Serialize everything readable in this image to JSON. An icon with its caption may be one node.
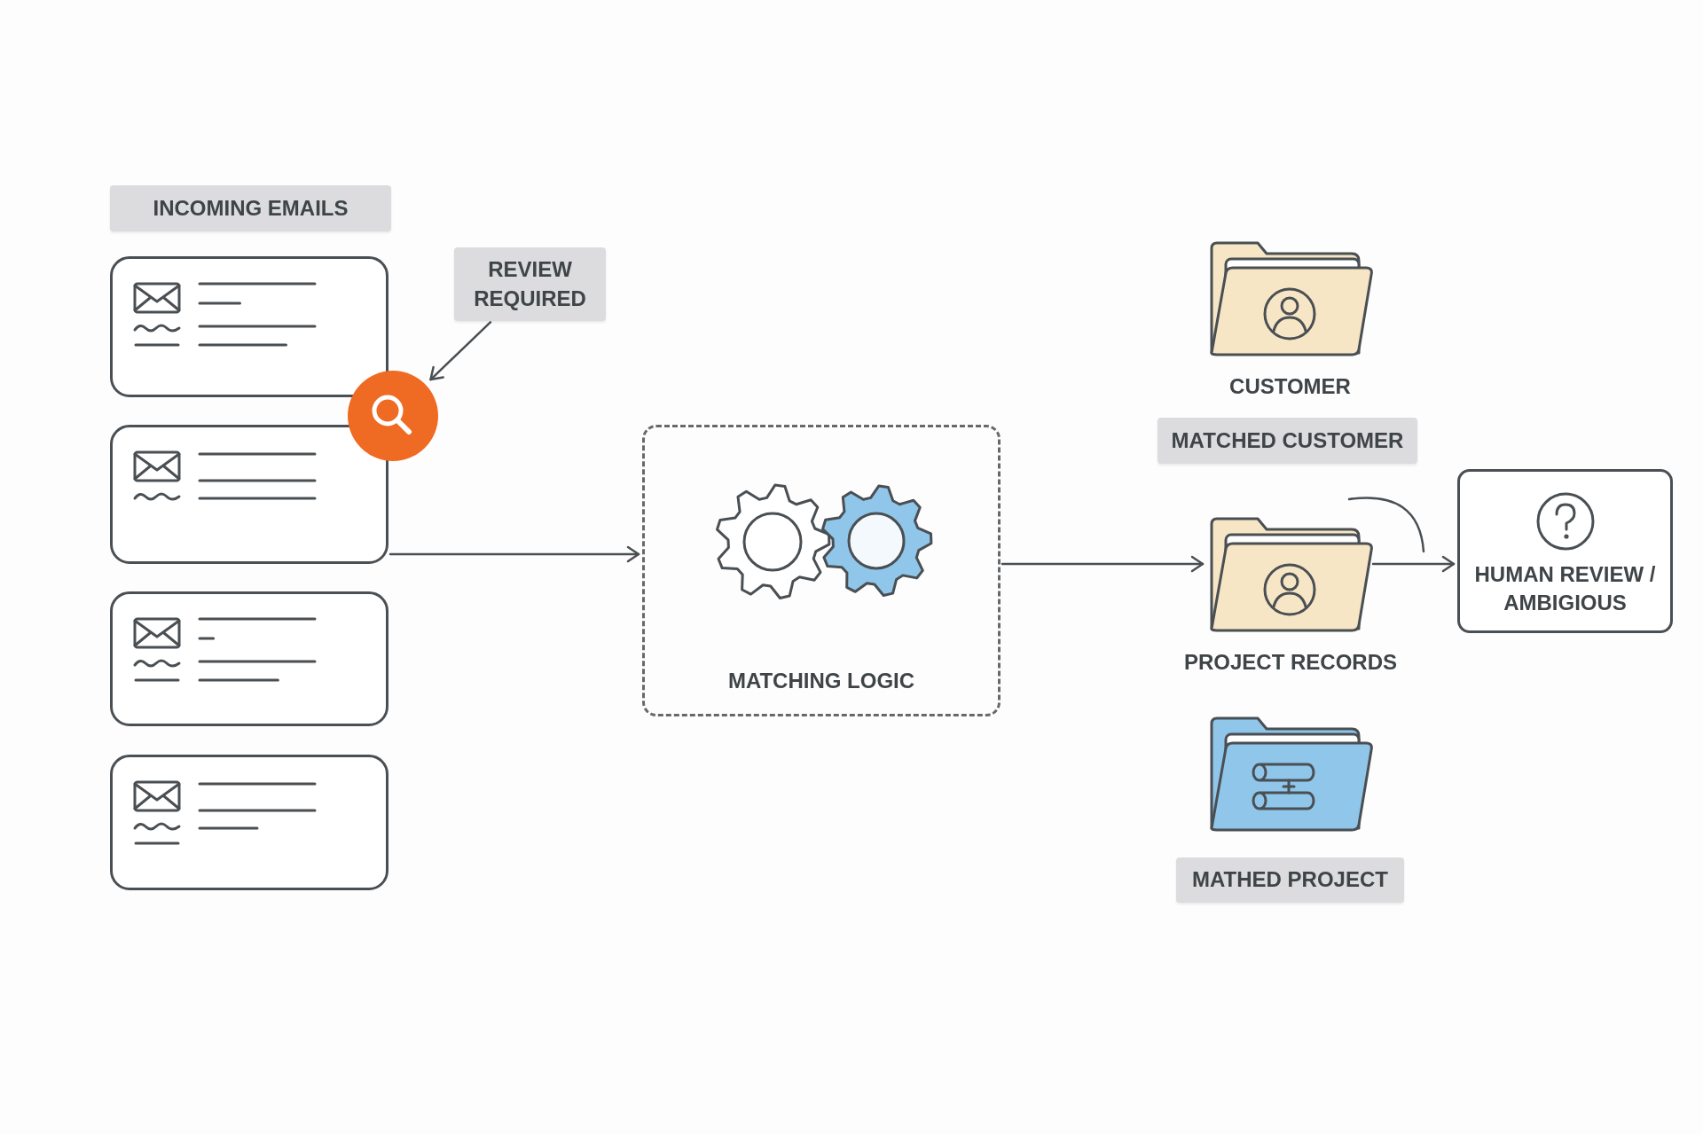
{
  "diagram": {
    "nodes": [
      {
        "text": [
          "INCOMING EMAILS"
        ]
      },
      {
        "text": [],
        "shape": "box"
      },
      {
        "text": [],
        "shape": "box"
      },
      {
        "text": [],
        "shape": "box"
      },
      {
        "text": [],
        "shape": "box"
      },
      {
        "text": [
          "REVIEW REQUIRED"
        ]
      },
      {
        "text": [],
        "shape": "circle"
      },
      {
        "text": [
          "MATCHING LOGIC"
        ]
      },
      {
        "text": [
          "CUSTOMER"
        ]
      },
      {
        "text": [
          "MATCHED CUSTOMER"
        ]
      },
      {
        "text": [
          "PROJECT RECORDS"
        ]
      },
      {
        "text": [
          "HUMAN REVIEW / AMBIGIOUS"
        ]
      },
      {
        "text": [],
        "shape": "folder"
      },
      {
        "text": [
          "MATHED PROJECT"
        ]
      }
    ],
    "edges": [
      {
        "from": 5,
        "to": 6,
        "arrow": "to"
      },
      {
        "from": 2,
        "to": 7,
        "arrow": "to"
      },
      {
        "from": 7,
        "to": 10,
        "arrow": "to"
      },
      {
        "from": 10,
        "to": 11,
        "arrow": "to"
      }
    ]
  }
}
